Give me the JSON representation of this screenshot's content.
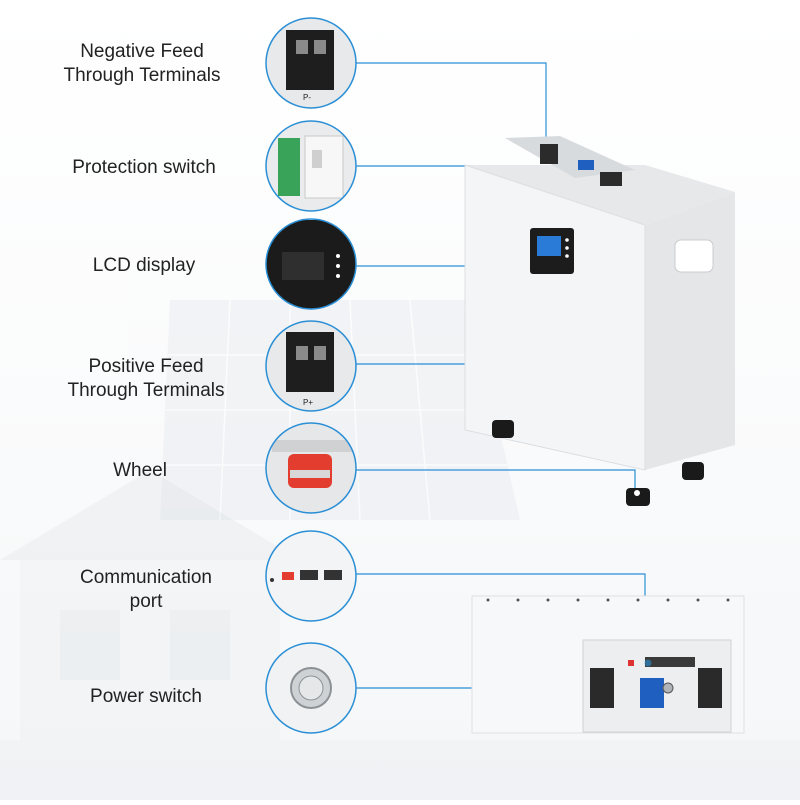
{
  "colors": {
    "callout_line": "#2b8fd6",
    "callout_ring": "#2b8fd6",
    "label_text": "#222222",
    "battery_body": "#f4f5f6"
  },
  "callouts": [
    {
      "id": "negative-feed-through-terminals",
      "label": "Negative Feed\nThrough Terminals",
      "icon": "terminal-block-negative-icon",
      "tag": "P-"
    },
    {
      "id": "protection-switch",
      "label": "Protection switch",
      "icon": "breaker-icon"
    },
    {
      "id": "lcd-display",
      "label": "LCD display",
      "icon": "lcd-screen-icon"
    },
    {
      "id": "positive-feed-through-terminals",
      "label": "Positive Feed\nThrough Terminals",
      "icon": "terminal-block-positive-icon",
      "tag": "P+"
    },
    {
      "id": "wheel",
      "label": "Wheel",
      "icon": "caster-wheel-icon"
    },
    {
      "id": "communication-port",
      "label": "Communication\nport",
      "icon": "comm-port-icon"
    },
    {
      "id": "power-switch",
      "label": "Power switch",
      "icon": "power-button-icon"
    }
  ]
}
